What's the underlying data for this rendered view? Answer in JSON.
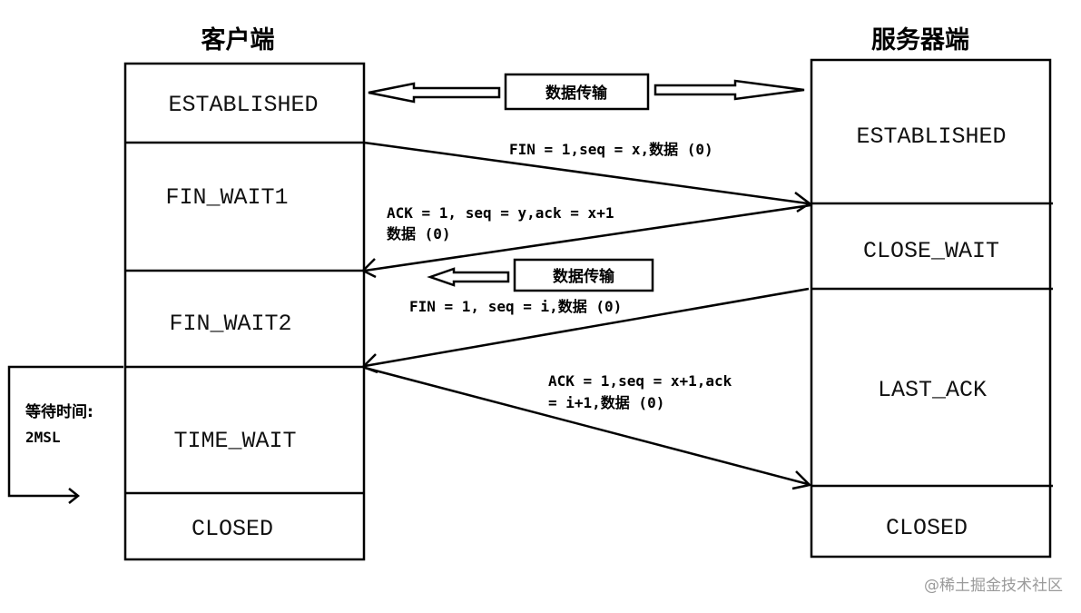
{
  "client": {
    "title": "客户端",
    "states": [
      "ESTABLISHED",
      "FIN_WAIT1",
      "FIN_WAIT2",
      "TIME_WAIT",
      "CLOSED"
    ]
  },
  "server": {
    "title": "服务器端",
    "states": [
      "ESTABLISHED",
      "CLOSE_WAIT",
      "LAST_ACK",
      "CLOSED"
    ]
  },
  "transfer_label_1": "数据传输",
  "transfer_label_2": "数据传输",
  "messages": {
    "fin1": "FIN = 1,seq = x,数据 (0)",
    "ack1_line1": "ACK = 1, seq = y,ack = x+1",
    "ack1_line2": "数据 (0)",
    "fin2": "FIN = 1, seq = i,数据 (0)",
    "ack2_line1": "ACK = 1,seq = x+1,ack",
    "ack2_line2": "= i+1,数据 (0)"
  },
  "wait_note": {
    "line1": "等待时间:",
    "line2": "2MSL"
  },
  "watermark": "@稀土掘金技术社区"
}
